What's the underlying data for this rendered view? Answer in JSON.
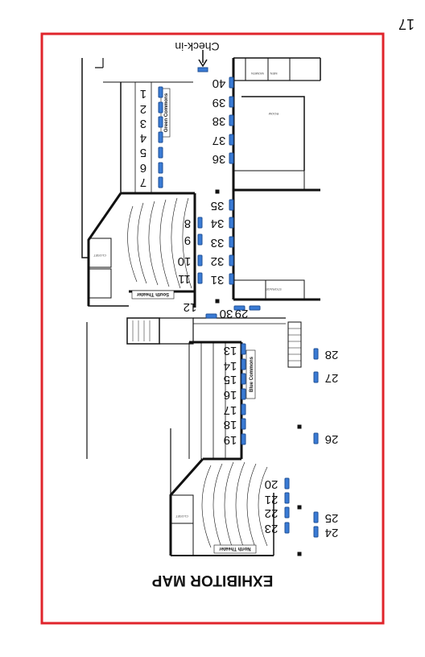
{
  "title": "EXHIBITOR MAP",
  "corner_number": "17",
  "checkin_label": "Check-in",
  "areas": {
    "green_commons": "Green Commons",
    "blue_commons": "Blue Commons",
    "south_theater": "South Theater",
    "north_theater": "North Theater"
  },
  "booths": [
    "1",
    "2",
    "3",
    "4",
    "5",
    "6",
    "7",
    "8",
    "9",
    "10",
    "11",
    "12",
    "13",
    "14",
    "15",
    "16",
    "17",
    "18",
    "19",
    "20",
    "21",
    "22",
    "23",
    "24",
    "25",
    "26",
    "27",
    "28",
    "29",
    "30",
    "31",
    "32",
    "33",
    "34",
    "35",
    "36",
    "37",
    "38",
    "39",
    "40"
  ],
  "colors": {
    "frame": "#e0242b",
    "booth_fill": "#3a7bd5",
    "booth_stroke": "#1f4f95",
    "wall": "#111111"
  }
}
